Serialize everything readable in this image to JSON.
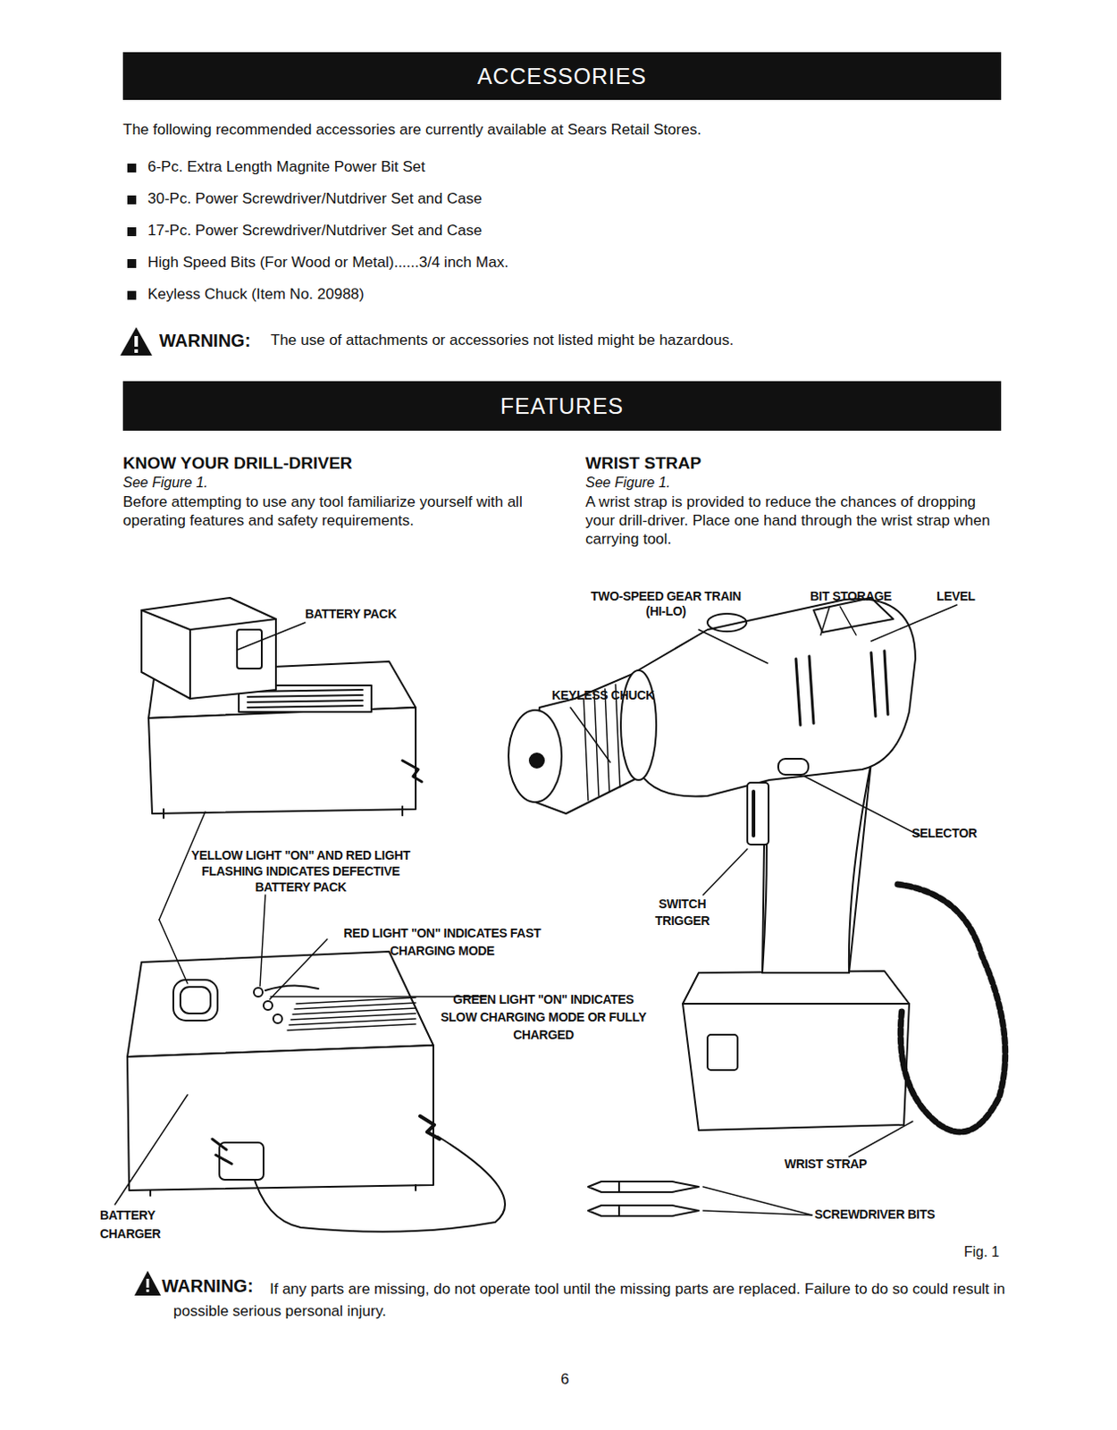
{
  "diagram": {
    "nodes": [
      {
        "text": [
          "ACCESSORIES"
        ]
      },
      {
        "text": [
          "FEATURES"
        ]
      }
    ],
    "labels": [
      "The following recommended accessories are currently available at Sears Retail Stores.",
      "6-Pc. Extra Length Magnite Power Bit Set",
      "30-Pc. Power Screwdriver/Nutdriver Set and Case",
      "17-Pc. Power Screwdriver/Nutdriver Set and Case",
      "High Speed Bits (For Wood or Metal)......3/4 inch Max.",
      "Keyless Chuck (Item No. 20988)",
      "WARNING:",
      "The use of attachments or accessories not listed might be hazardous.",
      "KNOW YOUR DRILL-DRIVER",
      "See Figure 1.",
      "Before attempting to use any tool familiarize yourself with all operating features and safety requirements.",
      "WRIST STRAP",
      "See Figure 1.",
      "A wrist strap is provided to reduce the chances of dropping your drill-driver. Place one hand through the wrist strap when carrying tool.",
      "BATTERY PACK",
      "TWO-SPEED GEAR TRAIN (HI-LO)",
      "BIT STORAGE",
      "LEVEL",
      "KEYLESS CHUCK",
      "SELECTOR",
      "YELLOW LIGHT \"ON\" AND RED LIGHT FLASHING INDICATES DEFECTIVE BATTERY PACK",
      "RED LIGHT \"ON\" INDICATES FAST CHARGING MODE",
      "SWITCH TRIGGER",
      "GREEN LIGHT \"ON\" INDICATES SLOW CHARGING MODE OR FULLY CHARGED",
      "WRIST STRAP",
      "BATTERY CHARGER",
      "SCREWDRIVER BITS",
      "Fig. 1",
      "WARNING:",
      "If any parts are missing, do not operate tool until the missing parts are replaced. Failure to do so could result in possible serious personal injury.",
      "6"
    ]
  }
}
